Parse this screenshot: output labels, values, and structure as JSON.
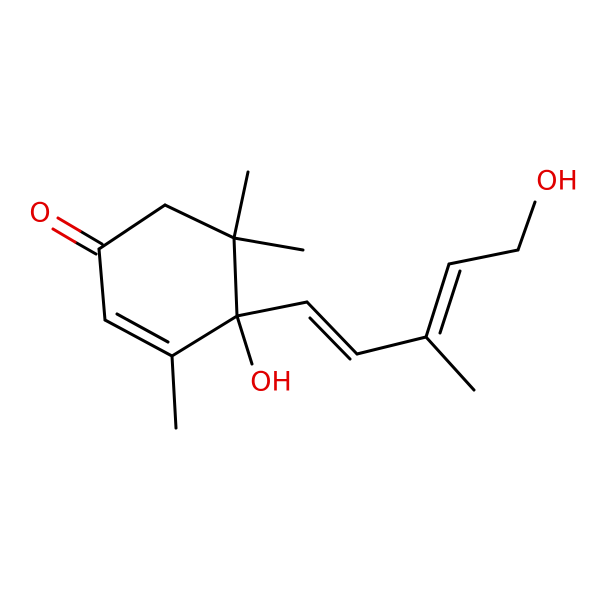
{
  "structure": {
    "atom_labels": {
      "ketone_oxygen": "O",
      "ring_hydroxyl": "OH",
      "chain_hydroxyl": "OH"
    },
    "colors": {
      "bond": "#000000",
      "heteroatom": "#e00000",
      "background": "#ffffff"
    }
  }
}
